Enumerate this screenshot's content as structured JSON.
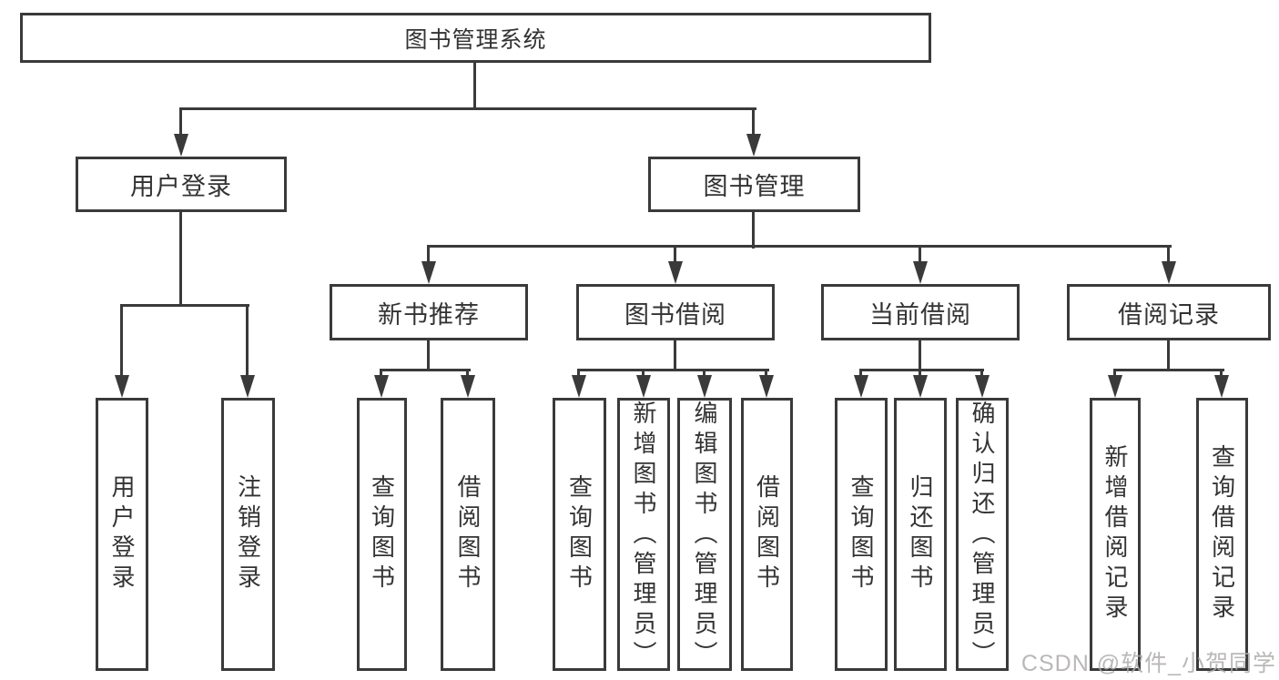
{
  "tree": {
    "root": {
      "label": "图书管理系统"
    },
    "branches": [
      {
        "label": "用户登录",
        "children": [
          {
            "label": "用户登录"
          },
          {
            "label": "注销登录"
          }
        ]
      },
      {
        "label": "图书管理",
        "children": [
          {
            "label": "新书推荐",
            "children": [
              {
                "label": "查询图书"
              },
              {
                "label": "借阅图书"
              }
            ]
          },
          {
            "label": "图书借阅",
            "children": [
              {
                "label": "查询图书"
              },
              {
                "label": "新增图书（管理员）"
              },
              {
                "label": "编辑图书（管理员）"
              },
              {
                "label": "借阅图书"
              }
            ]
          },
          {
            "label": "当前借阅",
            "children": [
              {
                "label": "查询图书"
              },
              {
                "label": "归还图书"
              },
              {
                "label": "确认归还（管理员）"
              }
            ]
          },
          {
            "label": "借阅记录",
            "children": [
              {
                "label": "新增借阅记录"
              },
              {
                "label": "查询借阅记录"
              }
            ]
          }
        ]
      }
    ]
  },
  "watermark": {
    "text": "CSDN @软件_小贺同学"
  },
  "colors": {
    "line": "#3a3a3a",
    "text": "#333333",
    "background": "#ffffff",
    "watermark": "#aeabab"
  }
}
